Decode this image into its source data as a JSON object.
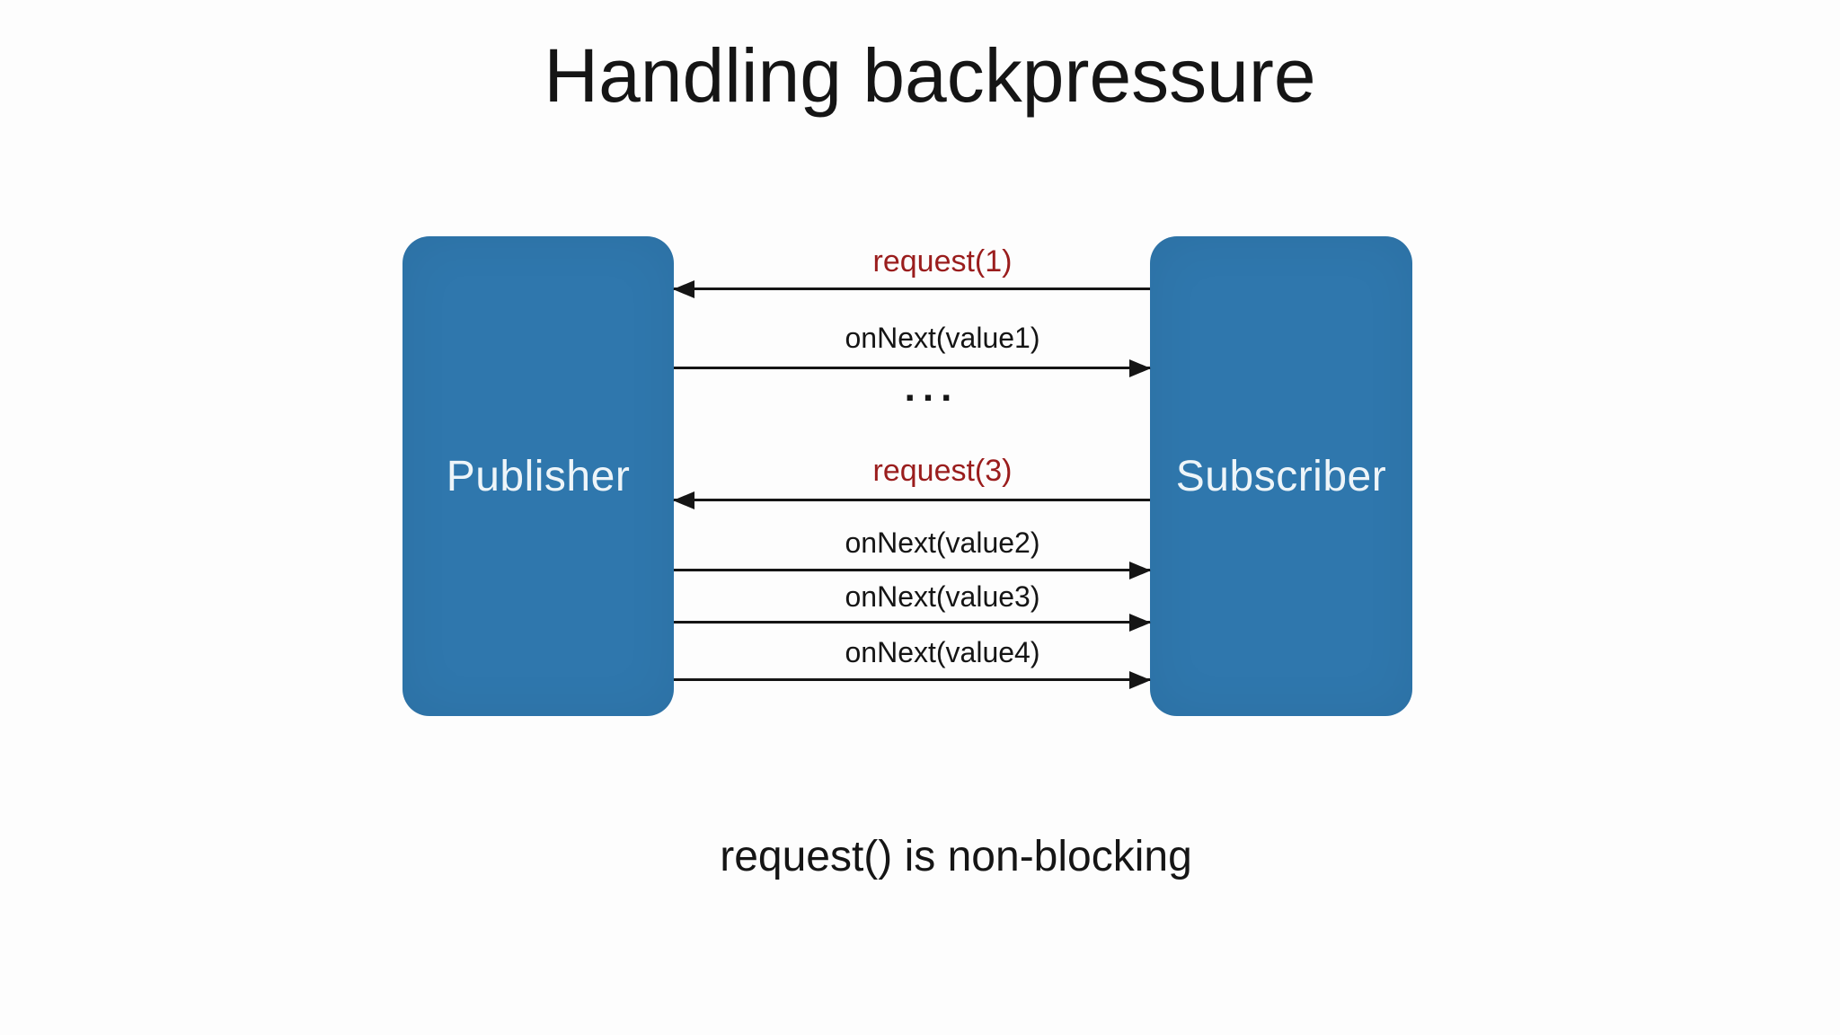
{
  "slide": {
    "title": "Handling backpressure",
    "caption": "request() is non-blocking"
  },
  "diagram": {
    "publisher_label": "Publisher",
    "subscriber_label": "Subscriber",
    "ellipsis": "...",
    "messages": [
      {
        "label": "request(1)",
        "type": "request",
        "direction": "left",
        "from": "Subscriber",
        "to": "Publisher"
      },
      {
        "label": "onNext(value1)",
        "type": "onNext",
        "direction": "right",
        "from": "Publisher",
        "to": "Subscriber"
      },
      {
        "label": "...",
        "type": "ellipsis",
        "direction": "none"
      },
      {
        "label": "request(3)",
        "type": "request",
        "direction": "left",
        "from": "Subscriber",
        "to": "Publisher"
      },
      {
        "label": "onNext(value2)",
        "type": "onNext",
        "direction": "right",
        "from": "Publisher",
        "to": "Subscriber"
      },
      {
        "label": "onNext(value3)",
        "type": "onNext",
        "direction": "right",
        "from": "Publisher",
        "to": "Subscriber"
      },
      {
        "label": "onNext(value4)",
        "type": "onNext",
        "direction": "right",
        "from": "Publisher",
        "to": "Subscriber"
      }
    ]
  },
  "colors": {
    "background": "#fdfdfd",
    "box_blue": "#2f77ad",
    "box_label_white": "#eef5f9",
    "request_red": "#9a1d1d",
    "text_black": "#151515"
  }
}
